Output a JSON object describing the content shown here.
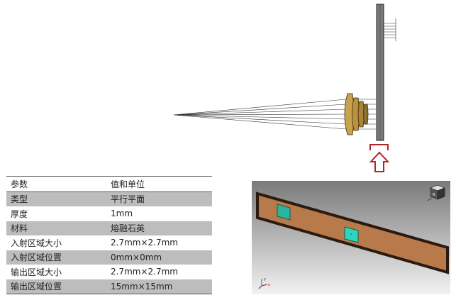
{
  "table": {
    "headers": [
      "参数",
      "值和单位"
    ],
    "rows": [
      [
        "类型",
        "平行平面"
      ],
      [
        "厚度",
        "1mm"
      ],
      [
        "材料",
        "熔融石英"
      ],
      [
        "入射区域大小",
        "2.7mm×2.7mm"
      ],
      [
        "入射区域位置",
        "0mm×0mm"
      ],
      [
        "输出区域大小",
        "2.7mm×2.7mm"
      ],
      [
        "输出区域位置",
        "15mm×15mm"
      ]
    ]
  },
  "colors": {
    "plate": "#b87a4a",
    "plate_border": "#2b1a10",
    "region": "#2bb5a0",
    "arrow": "#b0262b",
    "lens": "#c9a24f",
    "viewport_bg_top": "#7a7a7a",
    "viewport_bg_bottom": "#f2f2f2"
  },
  "icons": [
    "view-cube-icon",
    "axis-triad-icon",
    "up-arrow-icon"
  ]
}
